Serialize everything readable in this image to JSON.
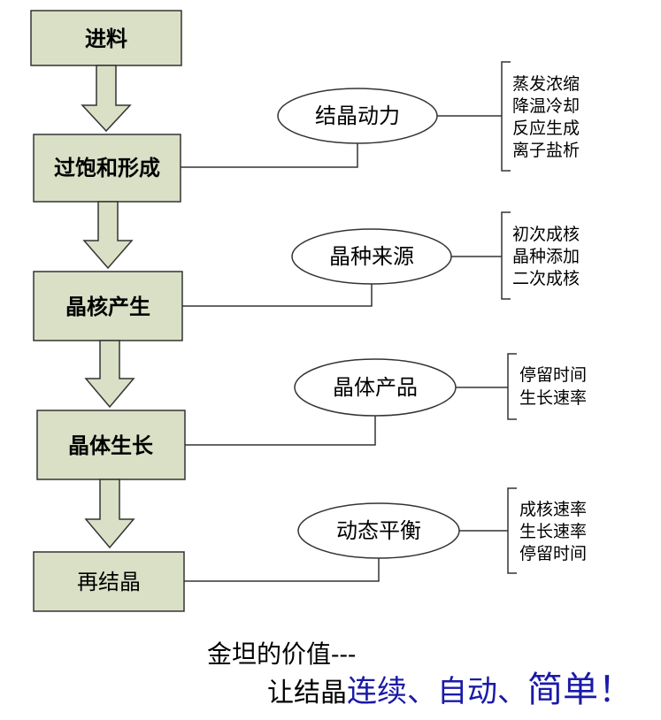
{
  "diagram": {
    "steps": [
      {
        "label": "进料"
      },
      {
        "label": "过饱和形成"
      },
      {
        "label": "晶核产生"
      },
      {
        "label": "晶体生长"
      },
      {
        "label": "再结晶"
      }
    ],
    "factors": [
      {
        "label": "结晶动力",
        "items": [
          "蒸发浓缩",
          "降温冷却",
          "反应生成",
          "离子盐析"
        ]
      },
      {
        "label": "晶种来源",
        "items": [
          "初次成核",
          "晶种添加",
          "二次成核"
        ]
      },
      {
        "label": "晶体产品",
        "items": [
          "停留时间",
          "生长速率"
        ]
      },
      {
        "label": "动态平衡",
        "items": [
          "成核速率",
          "生长速率",
          "停留时间"
        ]
      }
    ],
    "colors": {
      "box_fill": "#d9e0c6",
      "arrow_fill": "#d9e0c6",
      "outline": "#333333",
      "emphasis_text": "#1a1aa8"
    }
  },
  "footer": {
    "line1": "金坦的价值---",
    "line2_prefix": "让结晶",
    "line2_part1": "连续、",
    "line2_part2": "自动、",
    "line2_part3": "简单！"
  }
}
